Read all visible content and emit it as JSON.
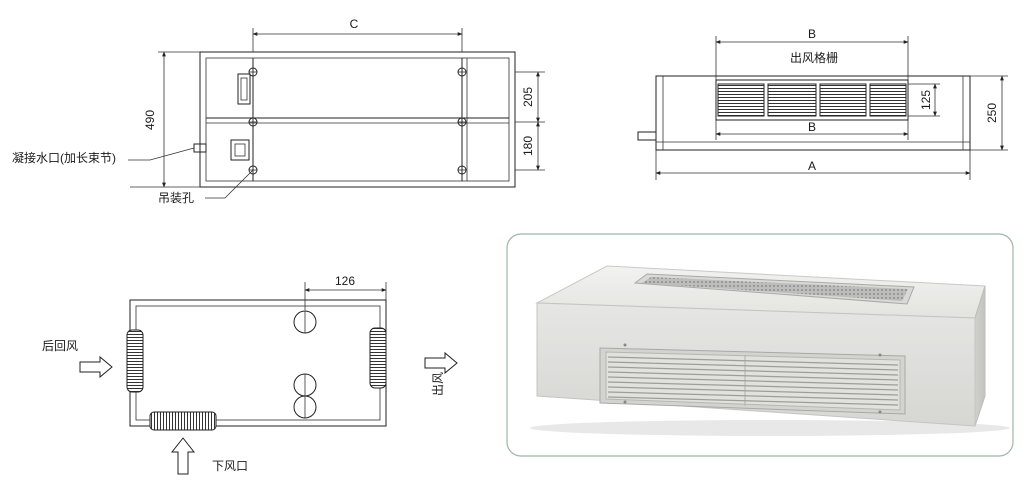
{
  "top_left": {
    "dim_c": "C",
    "dim_490": "490",
    "dim_205": "205",
    "dim_180": "180",
    "label_drain": "凝接水口(加长束节)",
    "label_hanging": "吊装孔"
  },
  "top_right": {
    "dim_b_top": "B",
    "label_grille": "出风格栅",
    "dim_125": "125",
    "dim_250": "250",
    "dim_b_mid": "B",
    "dim_a": "A"
  },
  "bottom_left": {
    "dim_126": "126",
    "label_back_return": "后回风",
    "label_outlet": "出风",
    "label_bottom_inlet": "下风口"
  },
  "photo": {
    "description_icon": "fan-coil-unit-photo"
  }
}
